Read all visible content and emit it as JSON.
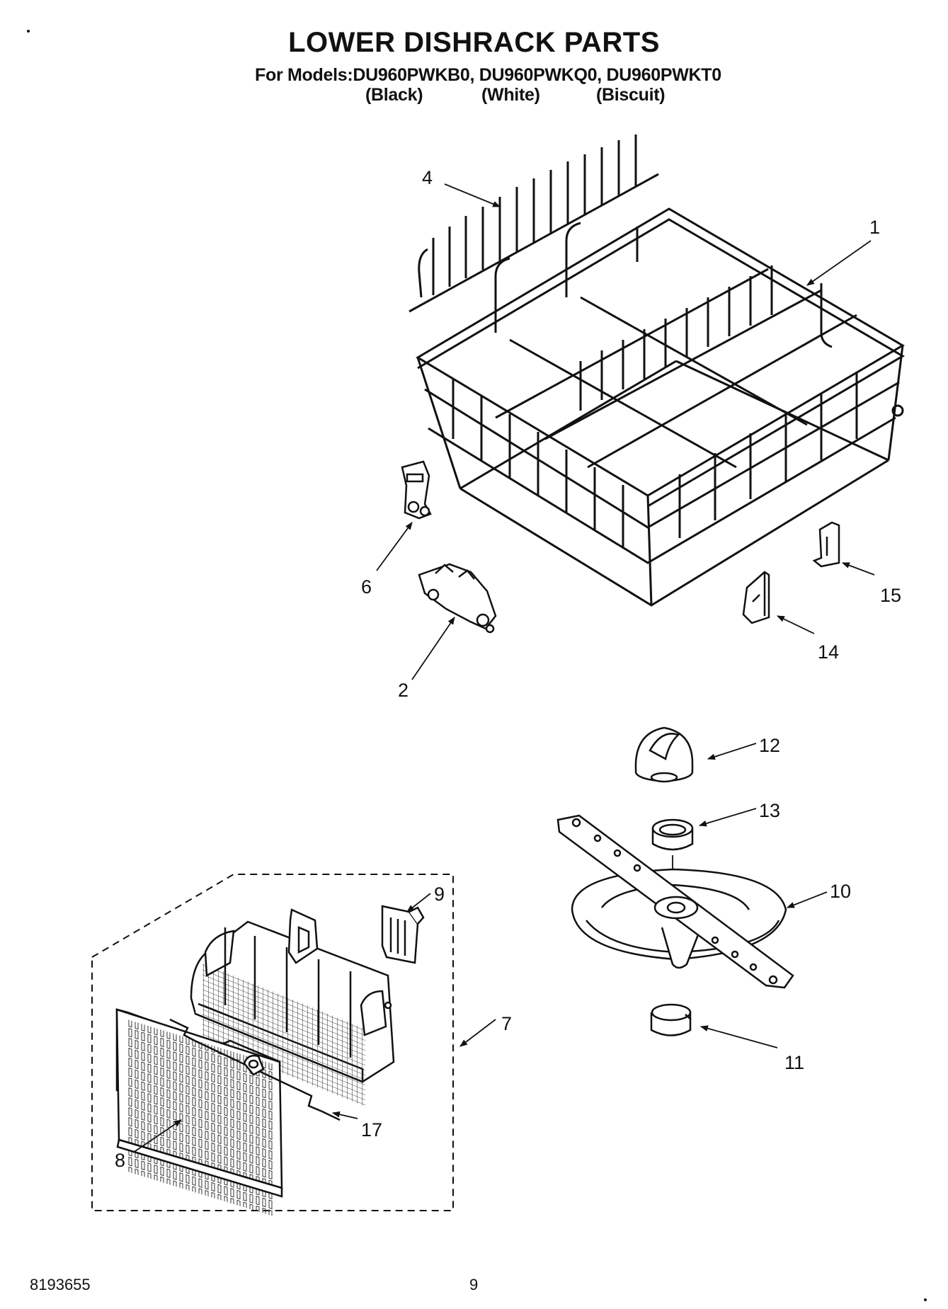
{
  "header": {
    "title": "LOWER DISHRACK PARTS",
    "models": "For Models:DU960PWKB0, DU960PWKQ0, DU960PWKT0",
    "variants": [
      "(Black)",
      "(White)",
      "(Biscuit)"
    ]
  },
  "callouts": [
    "1",
    "2",
    "4",
    "6",
    "7",
    "8",
    "9",
    "10",
    "11",
    "12",
    "13",
    "14",
    "15",
    "17"
  ],
  "footer": {
    "doc_number": "8193655",
    "page_number": "9"
  }
}
